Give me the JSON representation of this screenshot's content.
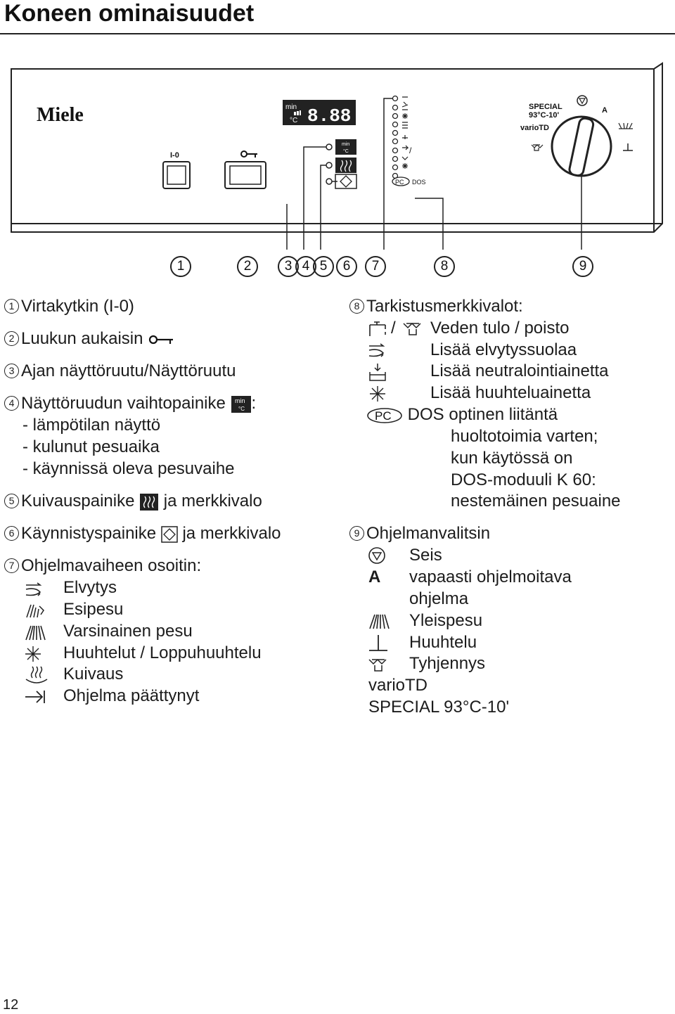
{
  "page": {
    "title": "Koneen ominaisuudet",
    "page_number": "12"
  },
  "panel": {
    "brand": "Miele",
    "power_label": "I-0",
    "display_digits": "8.88",
    "display_min": "min",
    "display_c": "°C",
    "special_line1": "SPECIAL",
    "special_line2": "93°C-10'",
    "variotd": "varioTD",
    "program_a": "A",
    "pc_label": "PC",
    "dos_label": "DOS",
    "step_slash": "/"
  },
  "callouts": [
    "1",
    "2",
    "3",
    "4",
    "5",
    "6",
    "7",
    "8",
    "9"
  ],
  "left": {
    "item1": {
      "num": "1",
      "text": "Virtakytkin (I-0)"
    },
    "item2": {
      "num": "2",
      "text": "Luukun aukaisin"
    },
    "item3": {
      "num": "3",
      "text": "Ajan näyttöruutu/Näyttöruutu"
    },
    "item4": {
      "num": "4",
      "text": "Näyttöruudun vaihtopainike",
      "suffix": ":",
      "sub": [
        "- lämpötilan näyttö",
        "- kulunut pesuaika",
        "- käynnissä oleva pesuvaihe"
      ]
    },
    "item5": {
      "num": "5",
      "text": "Kuivauspainike",
      "suffix": "ja merkkivalo"
    },
    "item6": {
      "num": "6",
      "text": "Käynnistyspainike",
      "suffix": "ja merkkivalo"
    },
    "item7": {
      "num": "7",
      "text": "Ohjelmavaiheen osoitin:",
      "steps": [
        "Elvytys",
        "Esipesu",
        "Varsinainen pesu",
        "Huuhtelut / Loppuhuuhtelu",
        "Kuivaus",
        "Ohjelma päättynyt"
      ]
    }
  },
  "right": {
    "item8": {
      "num": "8",
      "text": "Tarkistusmerkkivalot:",
      "slash": "/",
      "rows": [
        "Veden tulo / poisto",
        "Lisää elvytyssuolaa",
        "Lisää neutralointiainetta",
        "Lisää huuhteluainetta"
      ],
      "dos_head": "DOS optinen liitäntä",
      "dos_lines": [
        "huoltotoimia varten;",
        "kun käytössä on",
        "DOS-moduuli  K 60:",
        "nestemäinen pesuaine"
      ]
    },
    "item9": {
      "num": "9",
      "text": "Ohjelmanvalitsin",
      "stop": "Seis",
      "a_symbol": "A",
      "a_lines": [
        "vapaasti ohjelmoitava",
        "ohjelma"
      ],
      "yleispesu": "Yleispesu",
      "huuhtelu": "Huuhtelu",
      "tyhjennys": "Tyhjennys",
      "variotd": "varioTD",
      "special": "SPECIAL 93°C-10'"
    }
  }
}
